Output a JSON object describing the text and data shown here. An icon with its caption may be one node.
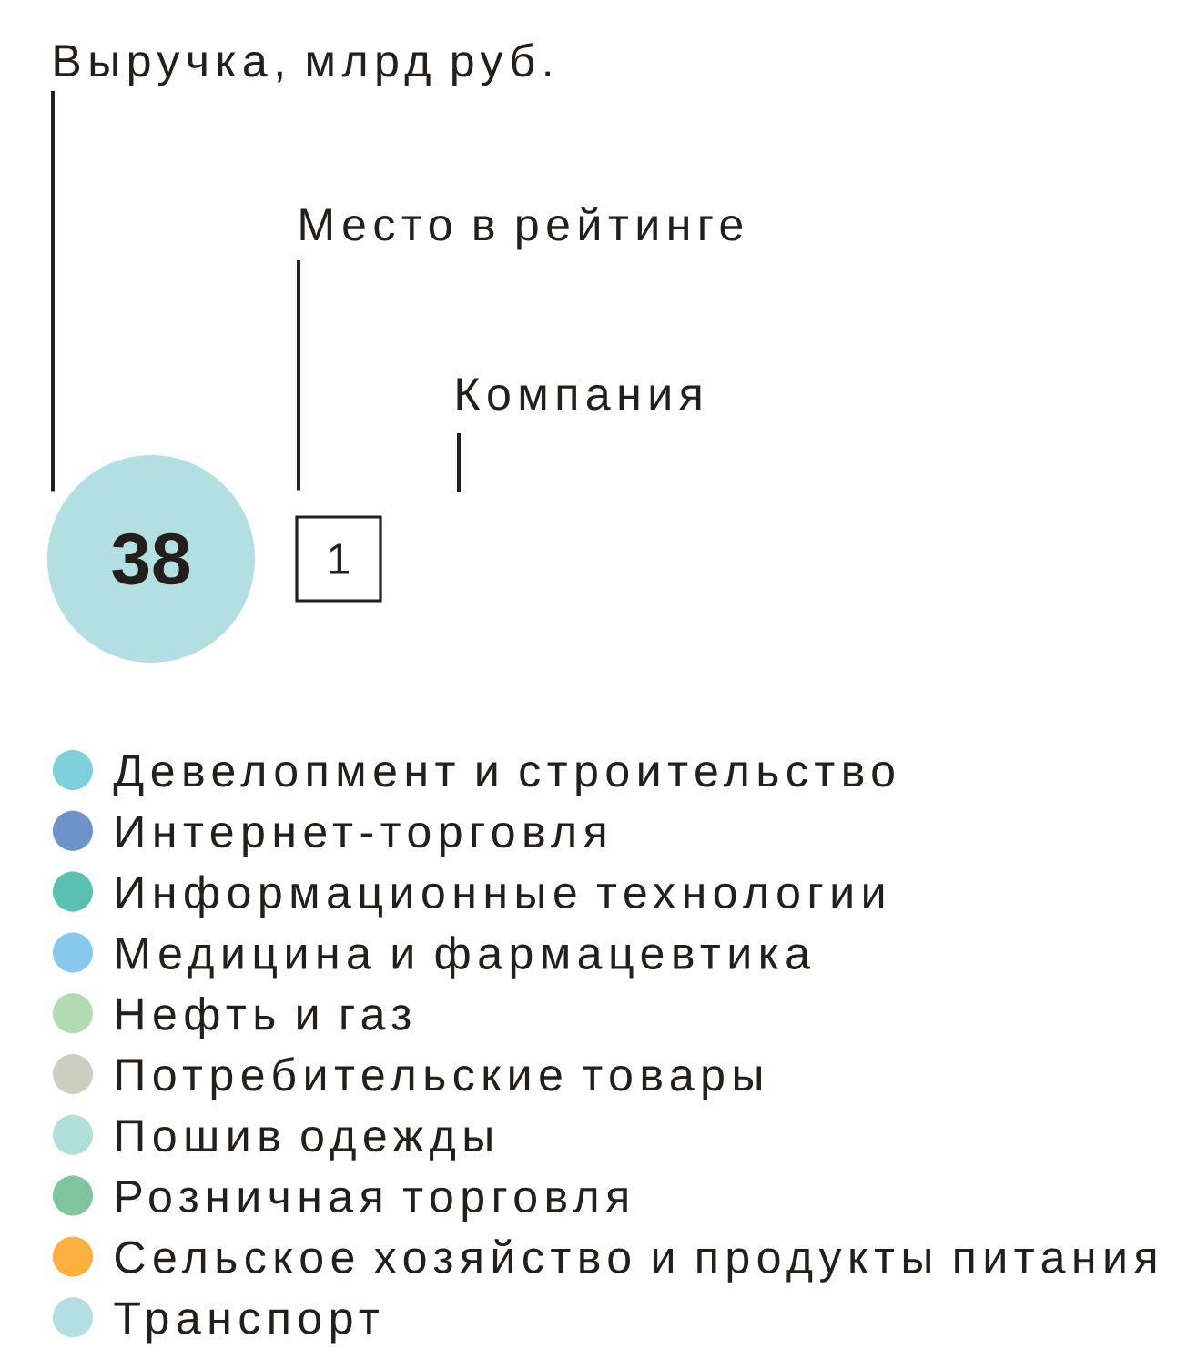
{
  "diagram": {
    "nodes": [
      {
        "text": [
          "Выручка, млрд руб."
        ]
      },
      {
        "text": [
          "38"
        ]
      },
      {
        "text": [
          "Место в рейтинге"
        ]
      },
      {
        "text": [
          "1"
        ]
      },
      {
        "text": [
          "Компания"
        ]
      }
    ],
    "edges": [
      {
        "from": 0,
        "to": 1,
        "arrow": "none"
      },
      {
        "from": 2,
        "to": 3,
        "arrow": "none"
      },
      {
        "from": 4,
        "to": null,
        "arrow": "none"
      }
    ],
    "legend": [
      {
        "text": "Девелопмент и строительство",
        "color": "#7fcfdc"
      },
      {
        "text": "Интернет-торговля",
        "color": "#6d93c9"
      },
      {
        "text": "Информационные технологии",
        "color": "#5bbfb1"
      },
      {
        "text": "Медицина и фармацевтика",
        "color": "#86c9ec"
      },
      {
        "text": "Нефть и газ",
        "color": "#b3dbb2"
      },
      {
        "text": "Потребительские товары",
        "color": "#cccfc0"
      },
      {
        "text": "Пошив одежды",
        "color": "#b2e0d8"
      },
      {
        "text": "Розничная торговля",
        "color": "#7fc59d"
      },
      {
        "text": "Сельское хозяйство и продукты питания",
        "color": "#fbb040"
      },
      {
        "text": "Транспорт",
        "color": "#b3dfe2"
      }
    ]
  }
}
